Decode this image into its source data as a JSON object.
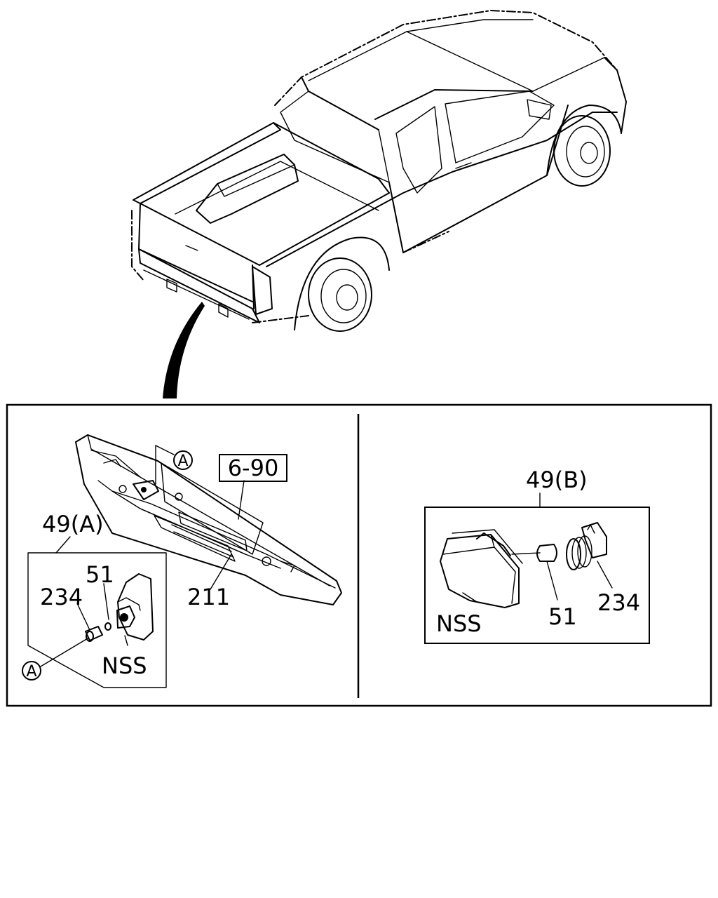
{
  "labels": {
    "ref_box": "6-90",
    "part_bumper": "211",
    "group_a": "49(A)",
    "group_b": "49(B)",
    "bulb_a": "51",
    "socket_a": "234",
    "lamp_a": "NSS",
    "bulb_b": "51",
    "socket_b": "234",
    "lamp_b": "NSS",
    "callout_1": "A",
    "callout_2": "A"
  }
}
